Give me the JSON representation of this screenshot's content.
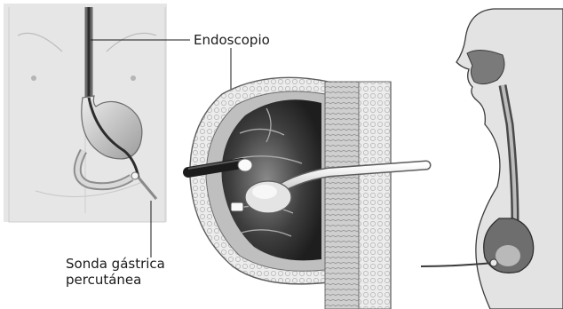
{
  "labels": {
    "endoscope": "Endoscopio",
    "peg_tube_line1": "Sonda gástrica",
    "peg_tube_line2": "percutánea"
  },
  "colors": {
    "line": "#1a1a1a",
    "tissue_light": "#d9d9d9",
    "tissue_mid": "#a6a6a6",
    "tissue_dark": "#4d4d4d"
  }
}
